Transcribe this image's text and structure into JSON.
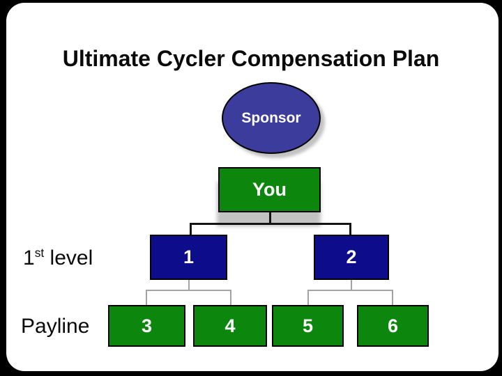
{
  "slide": {
    "title": "Ultimate Cycler Compensation Plan"
  },
  "diagram": {
    "sponsor": {
      "label": "Sponsor",
      "shape": "ellipse"
    },
    "you": {
      "label": "You",
      "shape": "rectangle"
    },
    "level1": {
      "row_label": {
        "prefix": "1",
        "sup": "st",
        "suffix": " level"
      },
      "boxes": [
        {
          "label": "1"
        },
        {
          "label": "2"
        }
      ]
    },
    "payline": {
      "row_label": "Payline",
      "boxes": [
        {
          "label": "3"
        },
        {
          "label": "4"
        },
        {
          "label": "5"
        },
        {
          "label": "6"
        }
      ]
    }
  },
  "colors": {
    "frame_bg": "#000000",
    "slide_bg": "#ffffff",
    "navy": "#0d0d8c",
    "ellipse_fill": "#3c3c9c",
    "green": "#0c860c",
    "line_black": "#141414",
    "line_gray": "#a3a3a3",
    "shadow": "#c2c2c2",
    "text_dark": "#0a0a0a",
    "text_light": "#ffffff"
  }
}
